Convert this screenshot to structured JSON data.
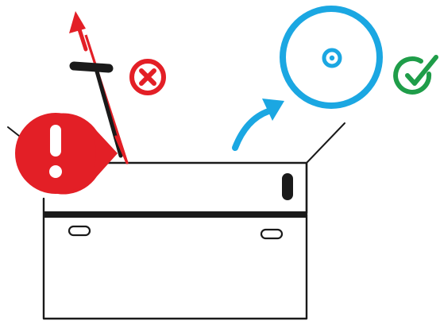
{
  "icons": {
    "warning": "exclamation-icon",
    "wrong": "x-circle-icon",
    "right": "check-circle-icon",
    "tool": "t-handle-tool",
    "disc": "disc-icon",
    "box": "open-box"
  },
  "instructions": [
    {
      "action": "pull-out-tool",
      "result": "wrong",
      "hazard": "warning"
    },
    {
      "action": "lift-out-disc",
      "result": "right"
    }
  ],
  "colors": {
    "outline": "#1a1a1a",
    "danger": "#e31f26",
    "success": "#1f9d49",
    "disc": "#1ba7e2",
    "background": "#ffffff"
  }
}
